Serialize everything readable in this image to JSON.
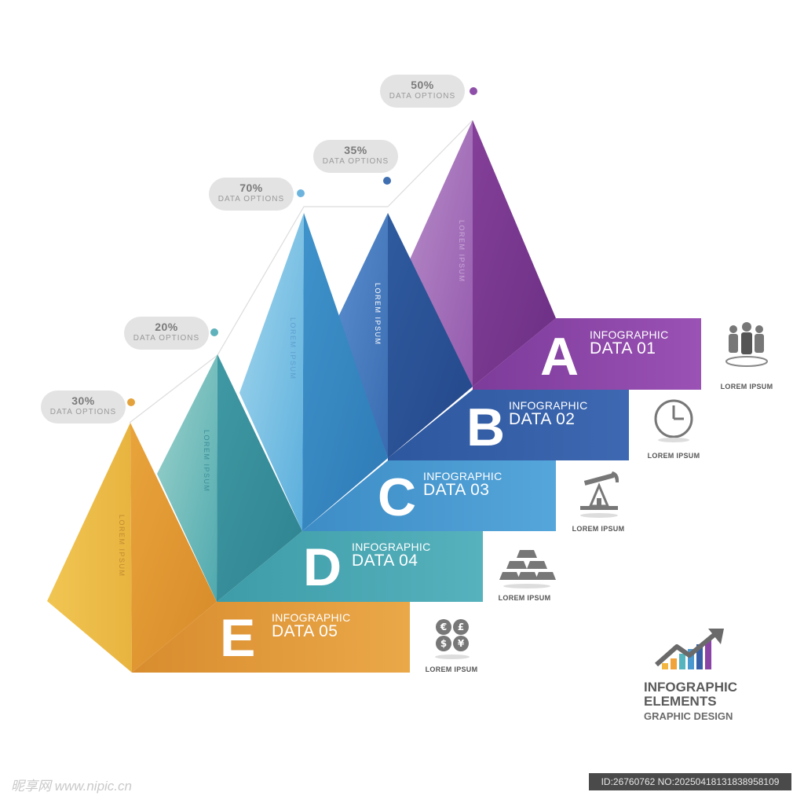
{
  "callouts": [
    {
      "pct": "30%",
      "label": "DATA OPTIONS",
      "color": "#e4a23c"
    },
    {
      "pct": "20%",
      "label": "DATA OPTIONS",
      "color": "#5fb1bb"
    },
    {
      "pct": "70%",
      "label": "DATA OPTIONS",
      "color": "#6cb4de"
    },
    {
      "pct": "35%",
      "label": "DATA OPTIONS",
      "color": "#3f6fb0"
    },
    {
      "pct": "50%",
      "label": "DATA OPTIONS",
      "color": "#8e4fa8"
    }
  ],
  "pyramid_labels": [
    "LOREM IPSUM",
    "LOREM IPSUM",
    "LOREM IPSUM",
    "LOREM IPSUM",
    "LOREM IPSUM"
  ],
  "bars": [
    {
      "letter": "A",
      "title": "INFOGRAPHIC",
      "sub": "DATA 01",
      "color": "#8a44a6"
    },
    {
      "letter": "B",
      "title": "INFOGRAPHIC",
      "sub": "DATA 02",
      "color": "#3760a8"
    },
    {
      "letter": "C",
      "title": "INFOGRAPHIC",
      "sub": "DATA 03",
      "color": "#4a98d0"
    },
    {
      "letter": "D",
      "title": "INFOGRAPHIC",
      "sub": "DATA 04",
      "color": "#4aa7b3"
    },
    {
      "letter": "E",
      "title": "INFOGRAPHIC",
      "sub": "DATA 05",
      "color": "#e49b3c"
    }
  ],
  "icons": [
    {
      "name": "team-icon",
      "caption": "LOREM IPSUM"
    },
    {
      "name": "clock-icon",
      "caption": "LOREM IPSUM"
    },
    {
      "name": "oil-pump-icon",
      "caption": "LOREM IPSUM"
    },
    {
      "name": "gold-bars-icon",
      "caption": "LOREM IPSUM"
    },
    {
      "name": "currency-icon",
      "caption": "LOREM IPSUM"
    }
  ],
  "currency_symbols": [
    "€",
    "£",
    "$",
    "¥"
  ],
  "brand": {
    "line1": "INFOGRAPHIC",
    "line2": "ELEMENTS",
    "line3": "GRAPHIC DESIGN"
  },
  "watermark": {
    "left": "昵享网 www.nipic.cn",
    "right": "ID:26760762 NO:20250418131838958109"
  }
}
